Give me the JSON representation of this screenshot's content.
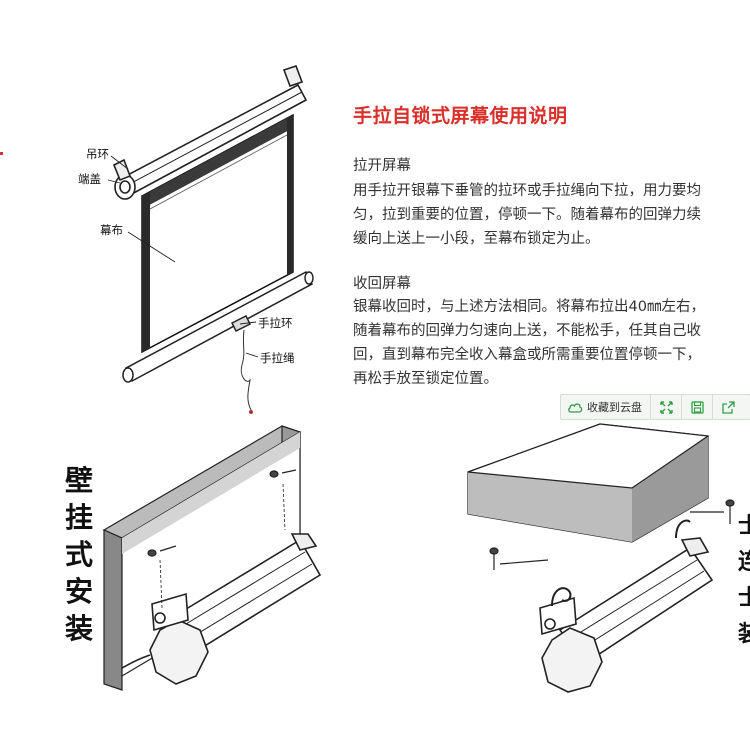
{
  "title": "手拉自锁式屏幕使用说明",
  "sections": [
    {
      "heading": "拉开屏幕",
      "lines": [
        "用手拉开银幕下垂管的拉环或手拉绳向下拉，用力要均",
        "匀，拉到重要的位置，停顿一下。随着幕布的回弹力续",
        "缓向上送上一小段，至幕布锁定为止。"
      ]
    },
    {
      "heading": "收回屏幕",
      "lines": [
        "银幕收回时，与上述方法相同。将幕布拉出40㎜左右，",
        "随着幕布的回弹力匀速向上送，不能松手，任其自己收",
        "回，直到幕布完全收入幕盒或所需重要位置停顿一下，",
        "再松手放至锁定位置。"
      ]
    }
  ],
  "diagram_labels": {
    "hanging_ring": "吊环",
    "end_cap": "端盖",
    "screen_fabric": "幕布",
    "pull_ring": "手拉环",
    "pull_cord": "手拉绳"
  },
  "wall_mount_label": [
    "壁",
    "挂",
    "式",
    "安",
    "装"
  ],
  "right_side_fragments": [
    "士",
    "连",
    "士",
    "装"
  ],
  "toolbar": {
    "save_to_cloud": "收藏到云盘",
    "accent": "#2ea043"
  }
}
